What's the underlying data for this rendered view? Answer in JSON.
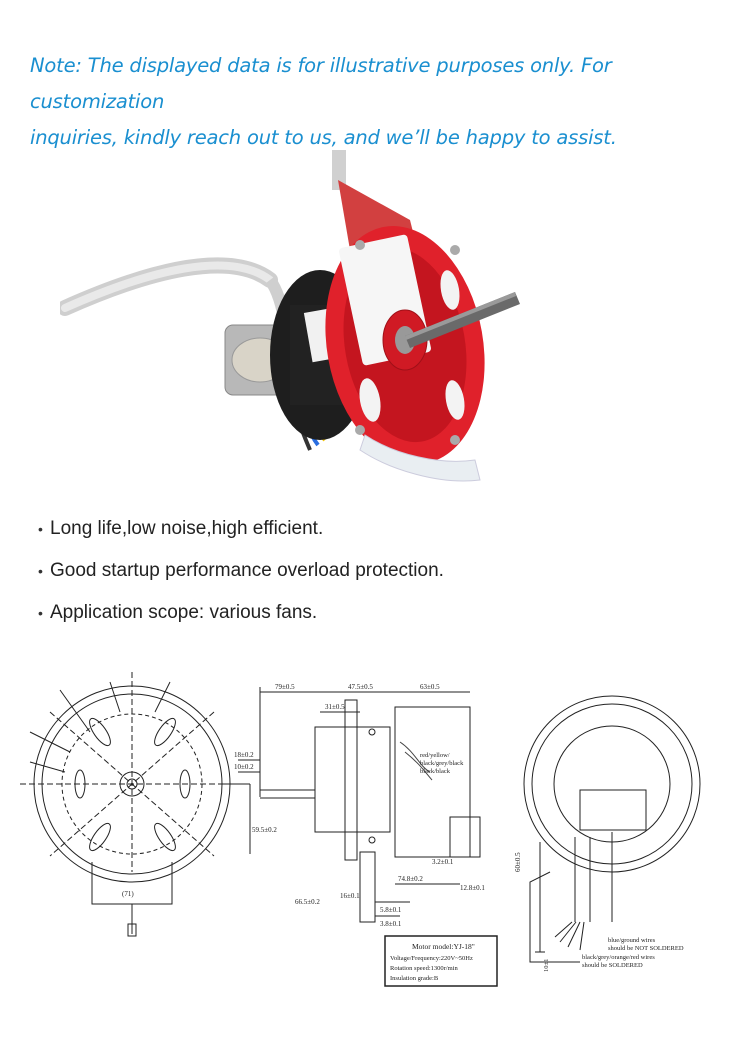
{
  "note": {
    "line1": "Note: The displayed data is for illustrative purposes only. For customization",
    "line2": "inquiries, kindly reach out to us, and we’ll be happy to assist."
  },
  "features": [
    "Long life,low noise,high efficient.",
    "Good startup performance overload protection.",
    "Application scope: various fans."
  ],
  "drawing": {
    "side_dims": {
      "d1": "79±0.5",
      "d2": "47.5±0.5",
      "d3": "63±0.5",
      "d4": "31±0.5",
      "d5": "18±0.2",
      "d6": "10±0.2",
      "d7": "59.5±0.2",
      "d8": "66.5±0.2",
      "d9": "16±0.1",
      "d10": "74.8±0.2",
      "d11": "12.8±0.1",
      "d12": "5.8±0.1",
      "d13": "3.8±0.1",
      "d14": "3.2±0.1"
    },
    "wire_labels": {
      "w1": "red/yellow/",
      "w2": "black/grey/black",
      "w3": "black/black"
    },
    "front_label": "(71)",
    "rear_dim": "60±0.5",
    "rear_labels": {
      "r1": "blue/ground wires",
      "r2": "should be NOT SOLDERED",
      "r3": "black/grey/orange/red wires",
      "r4": "should be SOLDERED",
      "r5": "10±1"
    },
    "spec": {
      "title": "Motor model:YJ-18\"",
      "line1": "Voltage/Frequency:220V~50Hz",
      "line2": "Rotation speed:1300r/min",
      "line3": "Insulation grade:B"
    }
  },
  "colors": {
    "note": "#1a8fd0",
    "motor_red": "#e0212b",
    "text": "#222222"
  }
}
